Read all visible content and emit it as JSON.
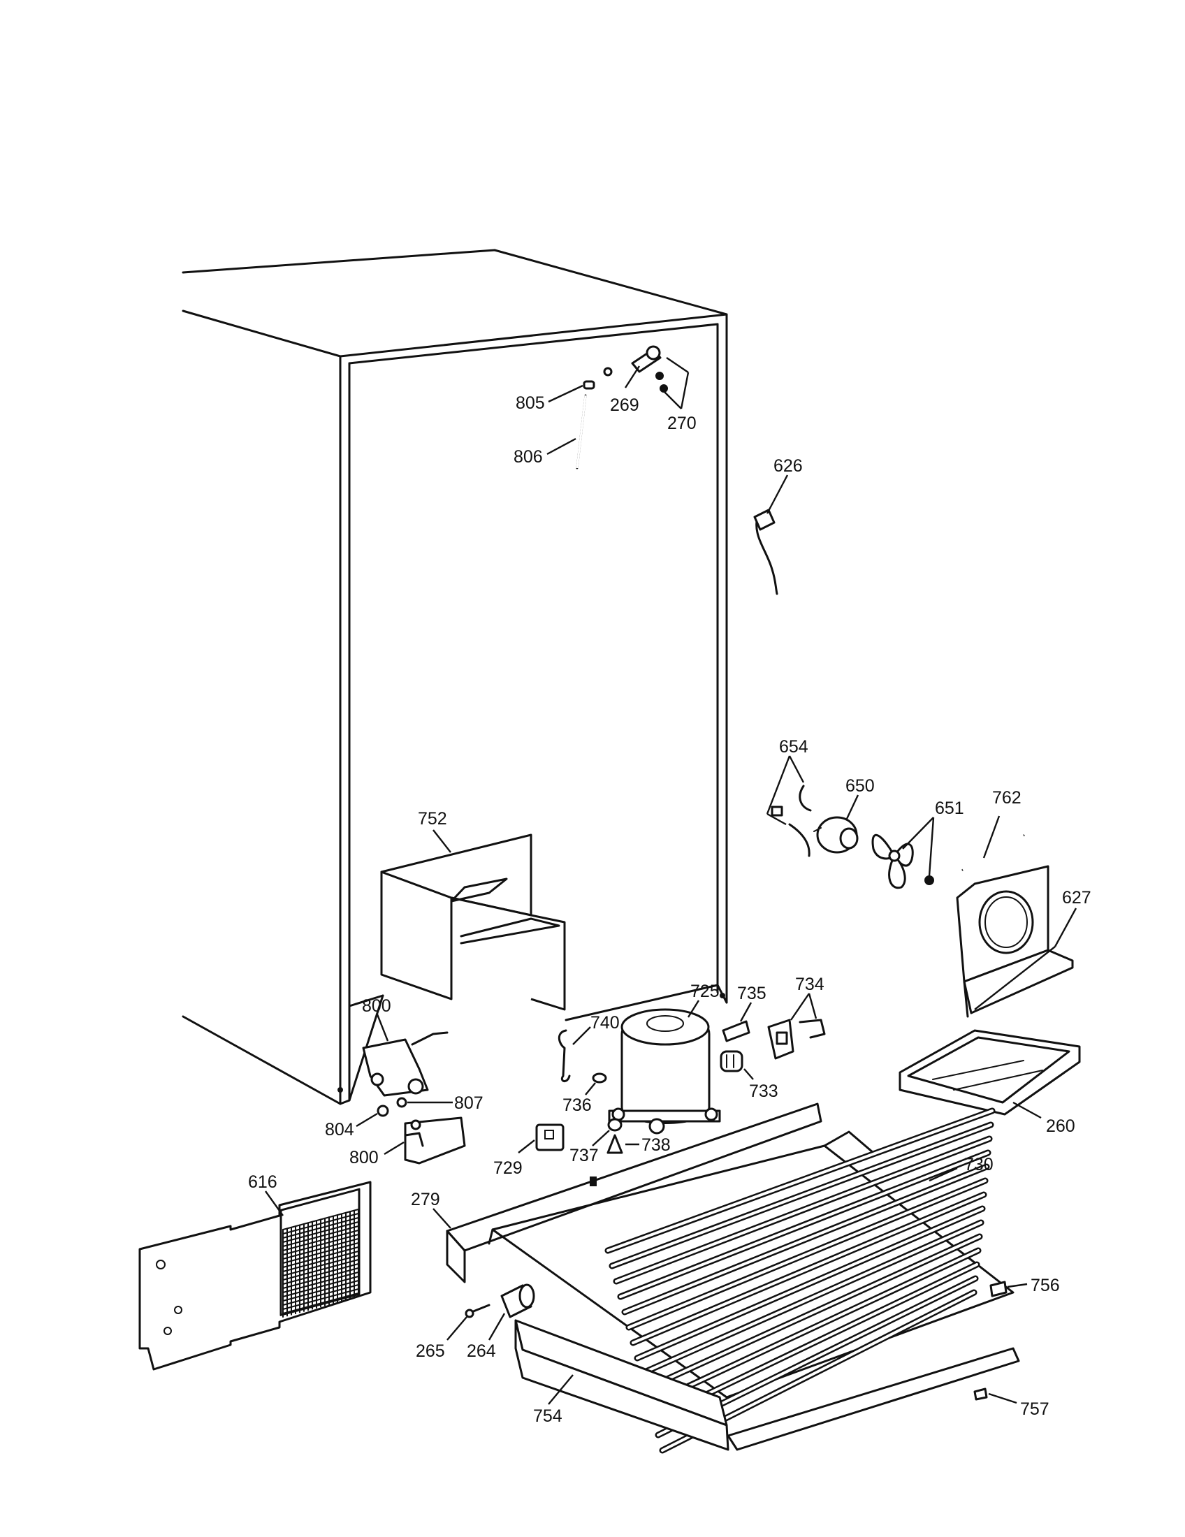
{
  "callouts": [
    {
      "id": "p805",
      "text": "805"
    },
    {
      "id": "p269",
      "text": "269"
    },
    {
      "id": "p270",
      "text": "270"
    },
    {
      "id": "p806",
      "text": "806"
    },
    {
      "id": "p626",
      "text": "626"
    },
    {
      "id": "p654",
      "text": "654"
    },
    {
      "id": "p650",
      "text": "650"
    },
    {
      "id": "p651",
      "text": "651"
    },
    {
      "id": "p762",
      "text": "762"
    },
    {
      "id": "p752",
      "text": "752"
    },
    {
      "id": "p627",
      "text": "627"
    },
    {
      "id": "p734",
      "text": "734"
    },
    {
      "id": "p735",
      "text": "735"
    },
    {
      "id": "p725",
      "text": "725"
    },
    {
      "id": "p740",
      "text": "740"
    },
    {
      "id": "p800a",
      "text": "800"
    },
    {
      "id": "p807",
      "text": "807"
    },
    {
      "id": "p736",
      "text": "736"
    },
    {
      "id": "p733",
      "text": "733"
    },
    {
      "id": "p260",
      "text": "260"
    },
    {
      "id": "p804",
      "text": "804"
    },
    {
      "id": "p800b",
      "text": "800"
    },
    {
      "id": "p729",
      "text": "729"
    },
    {
      "id": "p737",
      "text": "737"
    },
    {
      "id": "p738",
      "text": "738"
    },
    {
      "id": "p730",
      "text": "730"
    },
    {
      "id": "p616",
      "text": "616"
    },
    {
      "id": "p279",
      "text": "279"
    },
    {
      "id": "p756",
      "text": "756"
    },
    {
      "id": "p265",
      "text": "265"
    },
    {
      "id": "p264",
      "text": "264"
    },
    {
      "id": "p754",
      "text": "754"
    },
    {
      "id": "p757",
      "text": "757"
    }
  ]
}
